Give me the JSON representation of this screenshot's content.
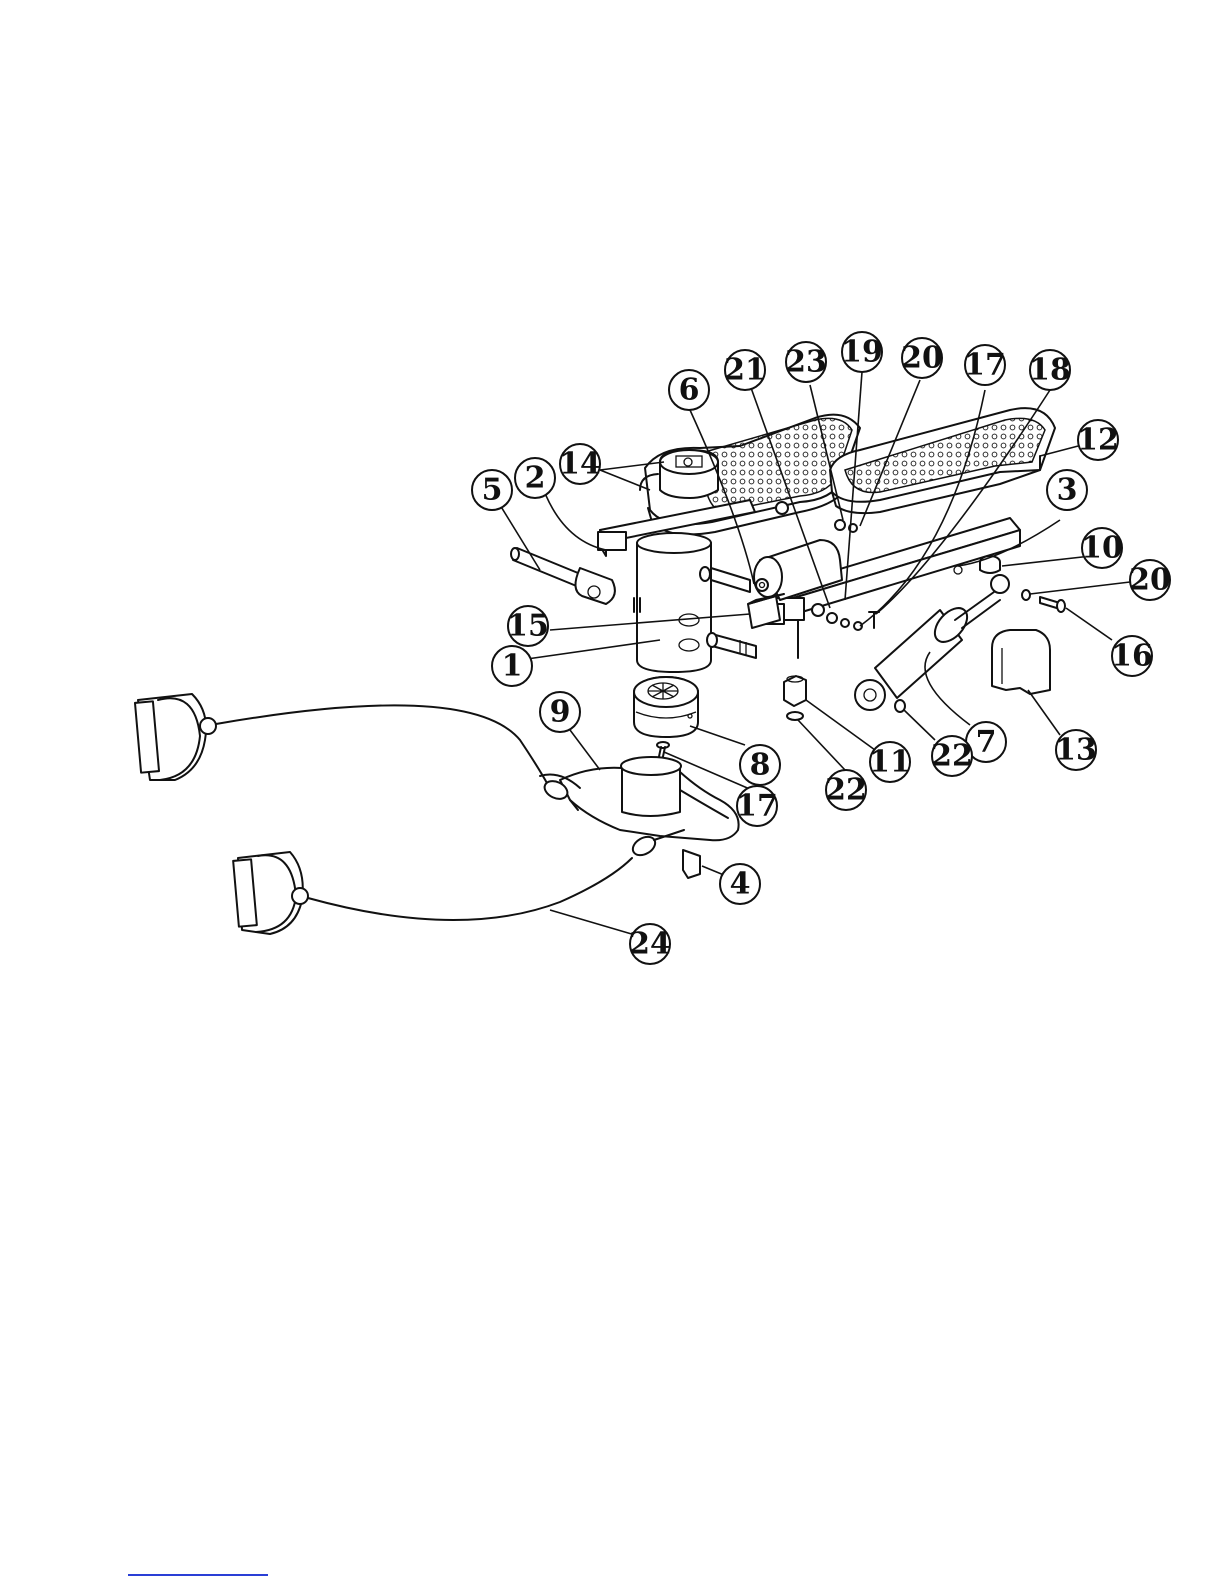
{
  "callouts": {
    "c1": "1",
    "c2": "2",
    "c3": "3",
    "c4": "4",
    "c5": "5",
    "c6": "6",
    "c7": "7",
    "c8": "8",
    "c9": "9",
    "c10": "10",
    "c11": "11",
    "c12": "12",
    "c13": "13",
    "c14": "14",
    "c15": "15",
    "c16": "16",
    "c17a": "17",
    "c17b": "17",
    "c18": "18",
    "c19": "19",
    "c20a": "20",
    "c20b": "20",
    "c21": "21",
    "c22a": "22",
    "c22b": "22",
    "c23": "23",
    "c24": "24"
  }
}
